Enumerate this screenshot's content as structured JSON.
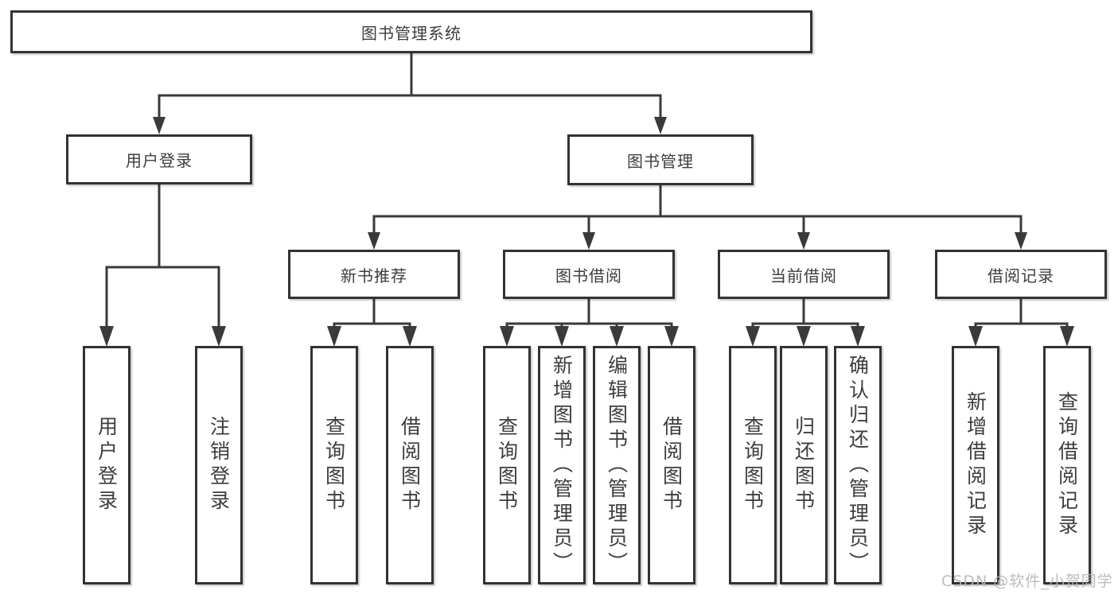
{
  "title": "图书管理系统",
  "watermark": "CSDN @软件_小贺同学",
  "nodes": {
    "root": "图书管理系统",
    "user_login": "用户登录",
    "book_management": "图书管理",
    "new_book_recommend": "新书推荐",
    "book_borrow": "图书借阅",
    "current_borrow": "当前借阅",
    "borrow_records": "借阅记录",
    "leaf_user_login": "用户登录",
    "leaf_logout": "注销登录",
    "leaf_query_books_recommend": "查询图书",
    "leaf_borrow_books_recommend": "借阅图书",
    "leaf_query_books_borrow": "查询图书",
    "leaf_add_books_admin": "新增图书（管理员）",
    "leaf_edit_books_admin": "编辑图书（管理员）",
    "leaf_borrow_books_borrow": "借阅图书",
    "leaf_query_books_current": "查询图书",
    "leaf_return_books": "归还图书",
    "leaf_confirm_return_admin": "确认归还（管理员）",
    "leaf_add_borrow_record": "新增借阅记录",
    "leaf_query_borrow_record": "查询借阅记录"
  },
  "hierarchy": {
    "图书管理系统": {
      "用户登录": [
        "用户登录",
        "注销登录"
      ],
      "图书管理": {
        "新书推荐": [
          "查询图书",
          "借阅图书"
        ],
        "图书借阅": [
          "查询图书",
          "新增图书（管理员）",
          "编辑图书（管理员）",
          "借阅图书"
        ],
        "当前借阅": [
          "查询图书",
          "归还图书",
          "确认归还（管理员）"
        ],
        "借阅记录": [
          "新增借阅记录",
          "查询借阅记录"
        ]
      }
    }
  },
  "colors": {
    "line": "#3a3a3a",
    "box_border": "#333333",
    "text": "#3d3d3d",
    "watermark": "#b5b5b5",
    "background": "#ffffff"
  }
}
